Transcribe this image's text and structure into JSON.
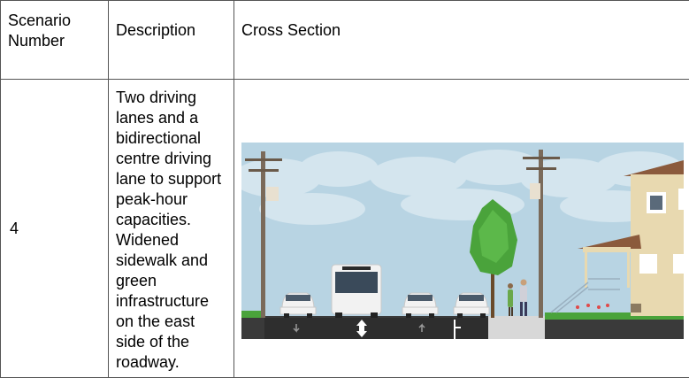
{
  "table": {
    "headers": {
      "scenario": "Scenario Number",
      "description": "Description",
      "cross_section": "Cross Section"
    },
    "rows": [
      {
        "scenario": "4",
        "description": "Two driving lanes and a bidirectional centre driving lane to support peak-hour capacities. Widened sidewalk and green infrastructure on the east side of the roadway."
      }
    ]
  },
  "colors": {
    "sky": "#b8d4e3",
    "road": "#2e2e2e",
    "sidewalk": "#d8d8d8",
    "tree": "#4aa33b",
    "house": "#e8d9b0",
    "roof": "#8b5a3c"
  }
}
